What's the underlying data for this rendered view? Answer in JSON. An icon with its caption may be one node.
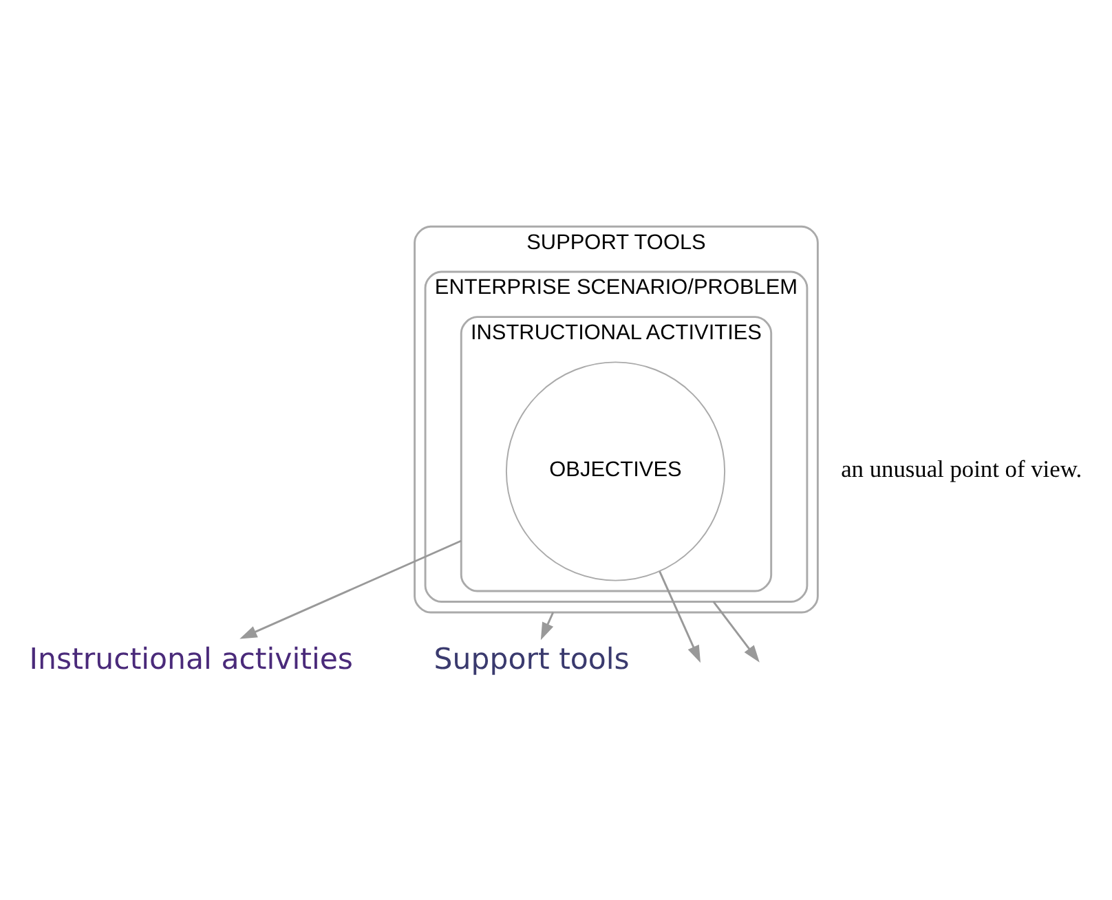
{
  "diagram": {
    "nodes": [
      {
        "text": [
          "SUPPORT TOOLS"
        ]
      },
      {
        "text": [
          "ENTERPRISE SCENARIO/PROBLEM"
        ],
        "in": 0
      },
      {
        "text": [
          "INSTRUCTIONAL ACTIVITIES"
        ],
        "in": 1
      },
      {
        "text": [
          "OBJECTIVES"
        ],
        "in": 2
      },
      {
        "text": [
          "Instructional activities"
        ]
      },
      {
        "text": [
          "Support tools"
        ]
      }
    ],
    "edges": [
      {
        "from": 3,
        "to": null,
        "arrow": "to"
      },
      {
        "from": 1,
        "to": null,
        "arrow": "to"
      },
      {
        "from": 2,
        "to": 4,
        "arrow": "to"
      },
      {
        "from": 0,
        "to": 5,
        "arrow": "to"
      }
    ],
    "labels": [
      "an unusual point of view."
    ]
  }
}
